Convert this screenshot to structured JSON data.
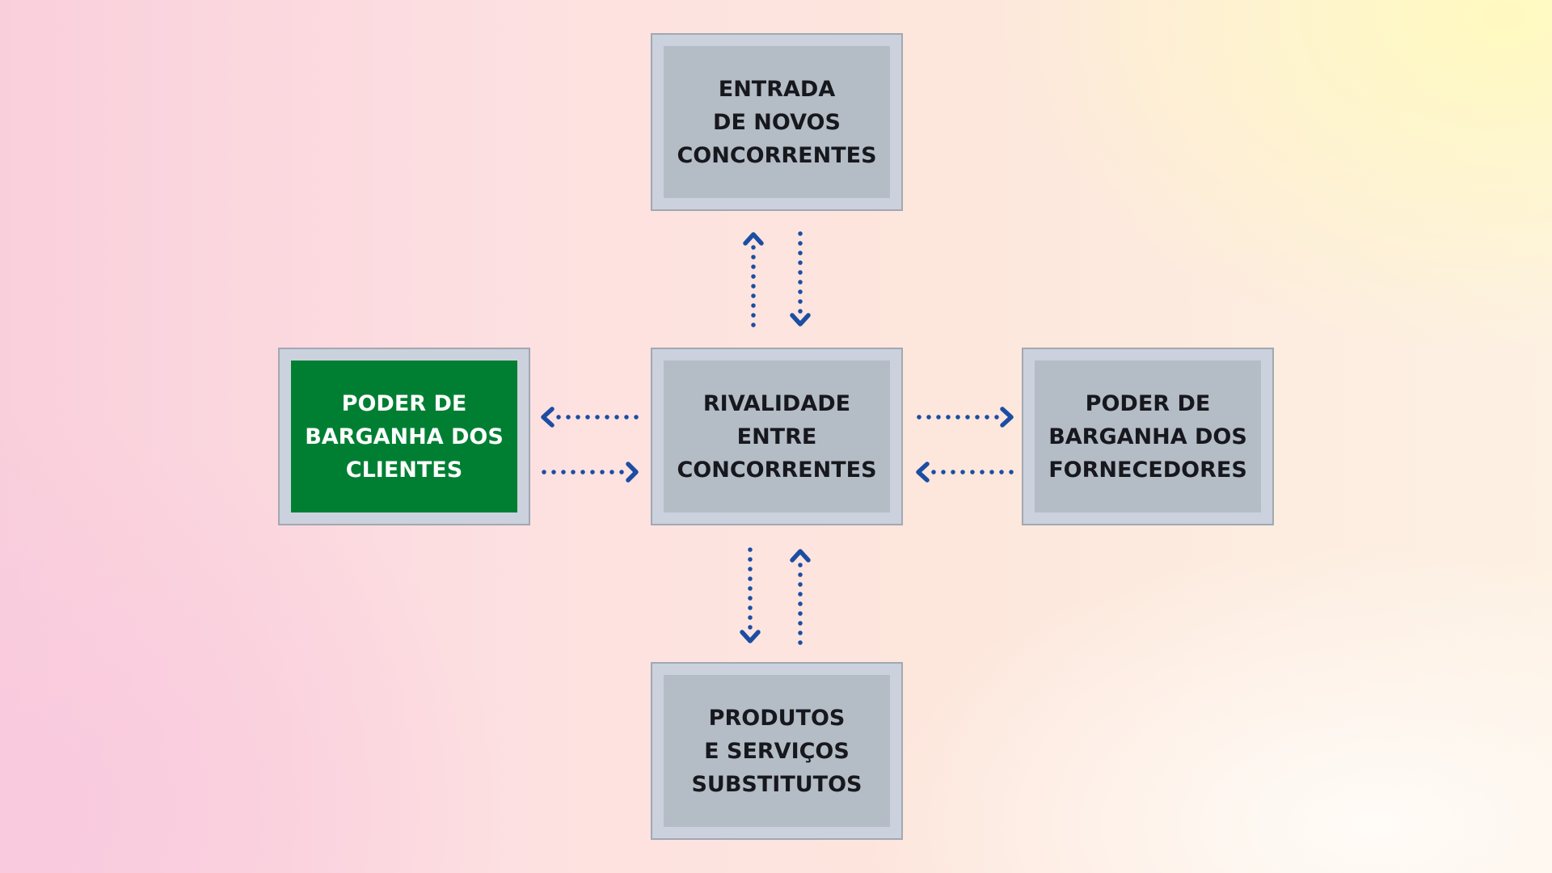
{
  "diagram": {
    "nodes": {
      "top": {
        "label": "ENTRADA\nDE NOVOS\nCONCORRENTES"
      },
      "left": {
        "label": "PODER DE\nBARGANHA DOS\nCLIENTES",
        "highlighted": true
      },
      "center": {
        "label": "RIVALIDADE\nENTRE\nCONCORRENTES"
      },
      "right": {
        "label": "PODER DE\nBARGANHA DOS\nFORNECEDORES"
      },
      "bottom": {
        "label": "PRODUTOS\nE SERVIÇOS\nSUBSTITUTOS"
      }
    },
    "edges": [
      {
        "from": "center",
        "to": "top"
      },
      {
        "from": "top",
        "to": "center"
      },
      {
        "from": "center",
        "to": "left"
      },
      {
        "from": "left",
        "to": "center"
      },
      {
        "from": "center",
        "to": "right"
      },
      {
        "from": "right",
        "to": "center"
      },
      {
        "from": "center",
        "to": "bottom"
      },
      {
        "from": "bottom",
        "to": "center"
      }
    ],
    "colors": {
      "box_outer": "#cbd2dd",
      "box_inner": "#b4bcc6",
      "highlight": "#007f33",
      "arrow": "#1b4ea3",
      "text": "#17181d"
    }
  }
}
